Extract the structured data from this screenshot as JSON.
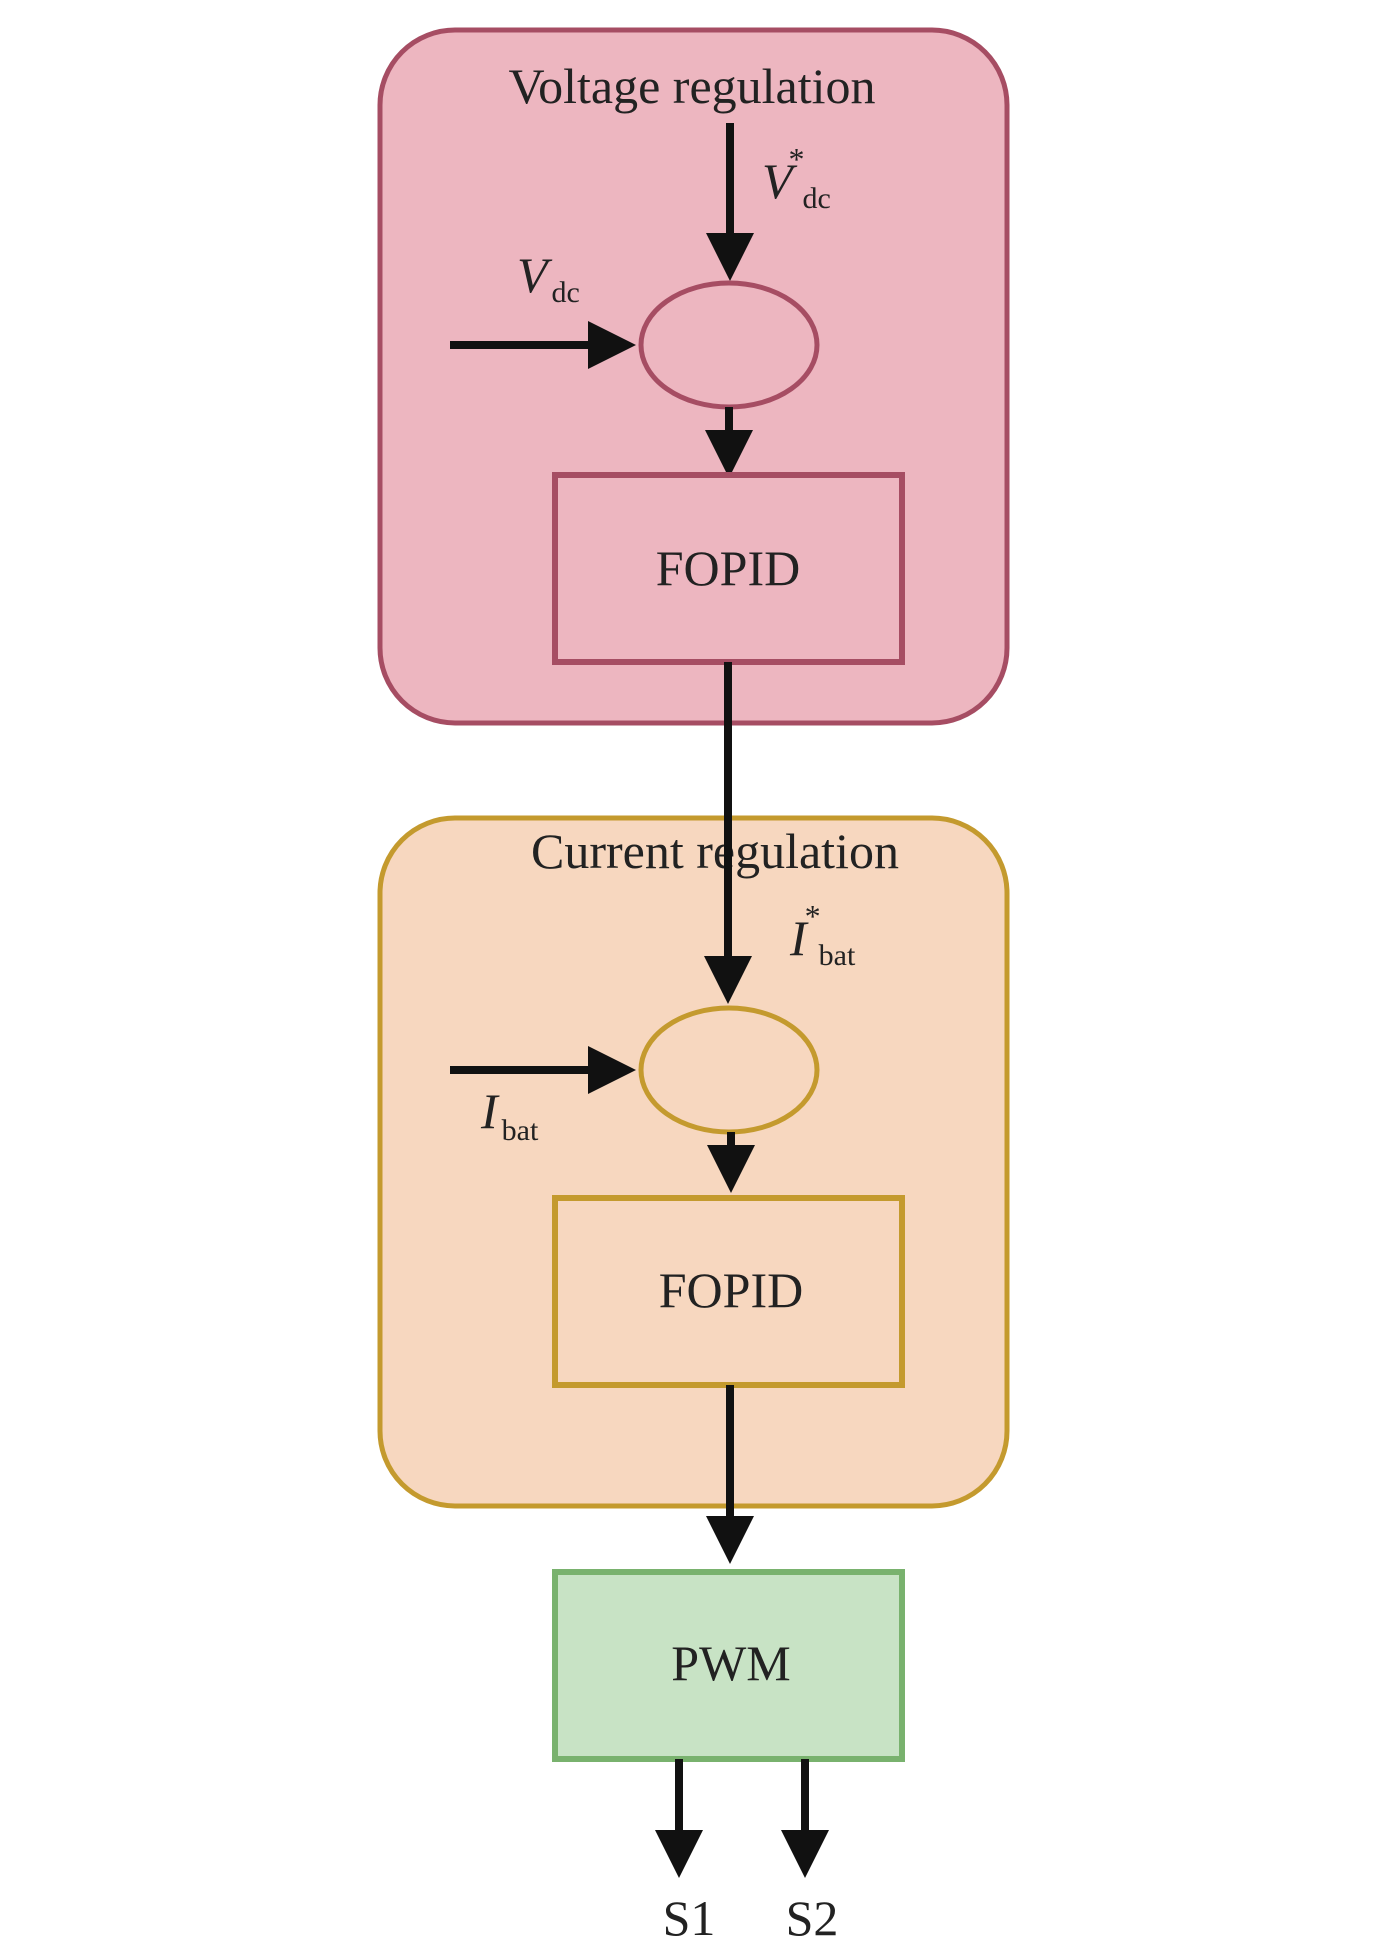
{
  "voltage_loop": {
    "title": "Voltage regulation",
    "reference_signal": {
      "symbol": "V",
      "superscript": "*",
      "subscript": "dc"
    },
    "feedback_signal": {
      "symbol": "V",
      "subscript": "dc"
    },
    "controller_label": "FOPID",
    "colors": {
      "fill": "#edb6c0",
      "border": "#a64d63"
    }
  },
  "current_loop": {
    "title": "Current regulation",
    "reference_signal": {
      "symbol": "I",
      "superscript": "*",
      "subscript": "bat"
    },
    "feedback_signal": {
      "symbol": "I",
      "subscript": "bat"
    },
    "controller_label": "FOPID",
    "colors": {
      "fill": "#f7d7bf",
      "border": "#c49a2e"
    }
  },
  "modulator": {
    "label": "PWM",
    "colors": {
      "fill": "#c8e3c5",
      "border": "#79b26e"
    }
  },
  "outputs": [
    "S1",
    "S2"
  ]
}
